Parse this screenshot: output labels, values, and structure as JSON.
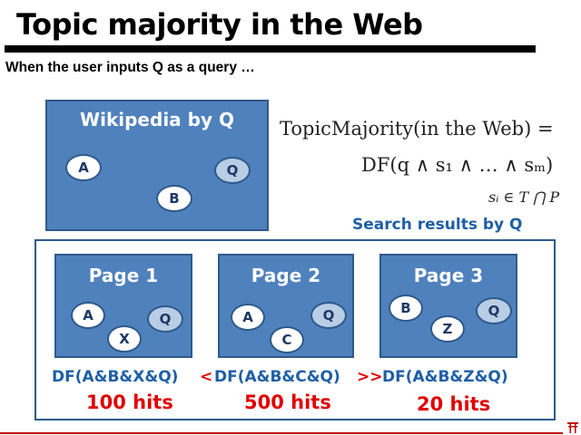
{
  "title": "Topic majority in the Web",
  "subtitle": "When the user inputs Q as a query …",
  "wikipedia_box": {
    "title": "Wikipedia by Q",
    "nodes": [
      "A",
      "Q",
      "B"
    ]
  },
  "formula": {
    "lhs": "TopicMajority(in the Web) =",
    "rhs": "DF(q ∧ s₁ ∧ … ∧ sₘ)",
    "set": "sᵢ ∈ T ⋂ P"
  },
  "search_label": "Search results by Q",
  "pages": [
    {
      "title": "Page 1",
      "nodes": [
        "A",
        "Q",
        "X"
      ],
      "df": "DF(A&B&X&Q)",
      "hits": "100 hits"
    },
    {
      "title": "Page 2",
      "nodes": [
        "A",
        "Q",
        "C"
      ],
      "df": "DF(A&B&C&Q)",
      "hits": "500 hits"
    },
    {
      "title": "Page 3",
      "nodes": [
        "B",
        "Q",
        "Z"
      ],
      "df": "DF(A&B&Z&Q)",
      "hits": "20 hits"
    }
  ],
  "comparisons": [
    "<",
    ">>"
  ],
  "colors": {
    "box_fill": "#4f81bd",
    "box_border": "#2e5a8a",
    "query_node": "#b9cde5",
    "label_blue": "#1f5fa6",
    "hits_red": "#e00000"
  }
}
